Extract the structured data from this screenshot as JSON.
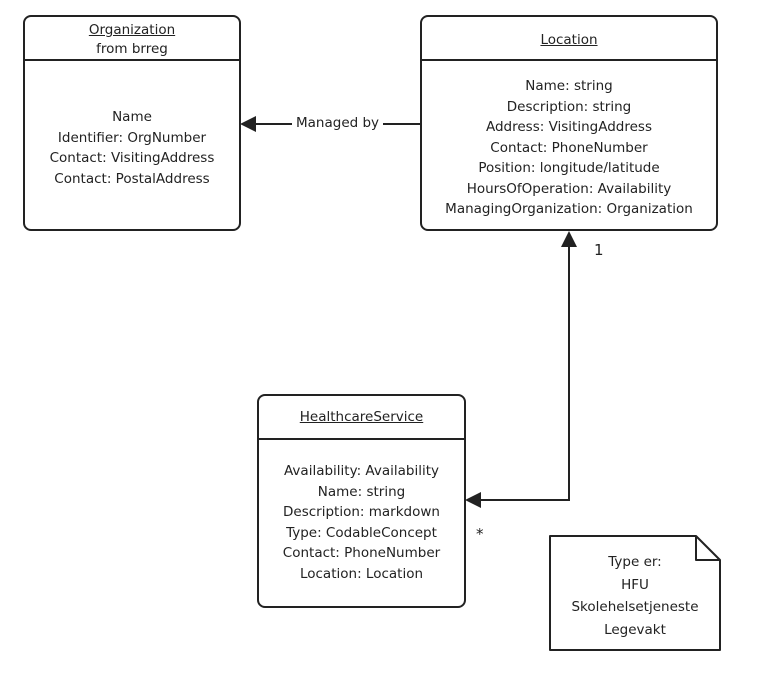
{
  "organization": {
    "title": "Organization",
    "subtitle": "from brreg",
    "attributes": [
      "Name",
      "Identifier: OrgNumber",
      "Contact: VisitingAddress",
      "Contact: PostalAddress"
    ]
  },
  "location": {
    "title": "Location",
    "attributes": [
      "Name: string",
      "Description: string",
      "Address: VisitingAddress",
      "Contact: PhoneNumber",
      "Position: longitude/latitude",
      "HoursOfOperation: Availability",
      "ManagingOrganization: Organization"
    ]
  },
  "healthcare_service": {
    "title": "HealthcareService",
    "attributes": [
      "Availability: Availability",
      "Name: string",
      "Description: markdown",
      "Type: CodableConcept",
      "Contact: PhoneNumber",
      "Location: Location"
    ]
  },
  "relations": {
    "managed_by": "Managed by",
    "location_multiplicity": "1",
    "service_multiplicity": "*"
  },
  "note": {
    "lines": [
      "Type er:",
      "HFU",
      "Skolehelsetjeneste",
      "Legevakt"
    ]
  }
}
